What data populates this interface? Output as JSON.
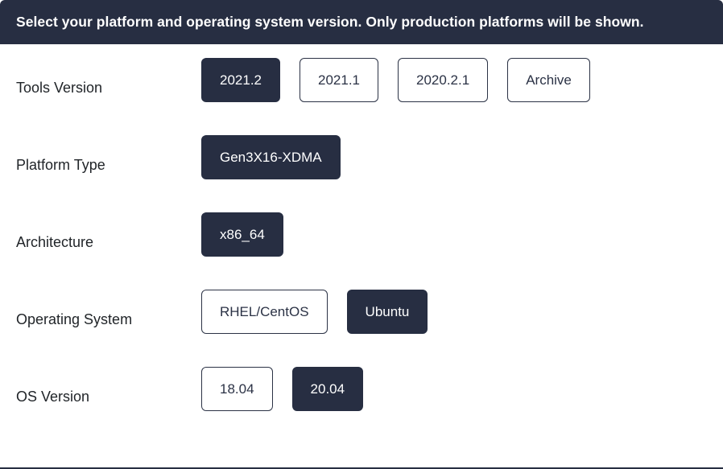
{
  "banner": {
    "text": "Select your platform and operating system version. Only production platforms will be shown."
  },
  "colors": {
    "accent_dark": "#272e42",
    "selected_text": "#ffffff",
    "unselected_text": "#2b3245",
    "unselected_background": "#ffffff",
    "page_background": "#ffffff",
    "label_text": "#212529"
  },
  "rows": [
    {
      "label": "Tools Version",
      "name": "tools-version",
      "options": [
        {
          "label": "2021.2",
          "selected": true
        },
        {
          "label": "2021.1",
          "selected": false
        },
        {
          "label": "2020.2.1",
          "selected": false
        },
        {
          "label": "Archive",
          "selected": false
        }
      ]
    },
    {
      "label": "Platform Type",
      "name": "platform-type",
      "options": [
        {
          "label": "Gen3X16-XDMA",
          "selected": true
        }
      ]
    },
    {
      "label": "Architecture",
      "name": "architecture",
      "options": [
        {
          "label": "x86_64",
          "selected": true
        }
      ]
    },
    {
      "label": "Operating System",
      "name": "operating-system",
      "options": [
        {
          "label": "RHEL/CentOS",
          "selected": false
        },
        {
          "label": "Ubuntu",
          "selected": true
        }
      ]
    },
    {
      "label": "OS Version",
      "name": "os-version",
      "options": [
        {
          "label": "18.04",
          "selected": false
        },
        {
          "label": "20.04",
          "selected": true
        }
      ]
    }
  ]
}
